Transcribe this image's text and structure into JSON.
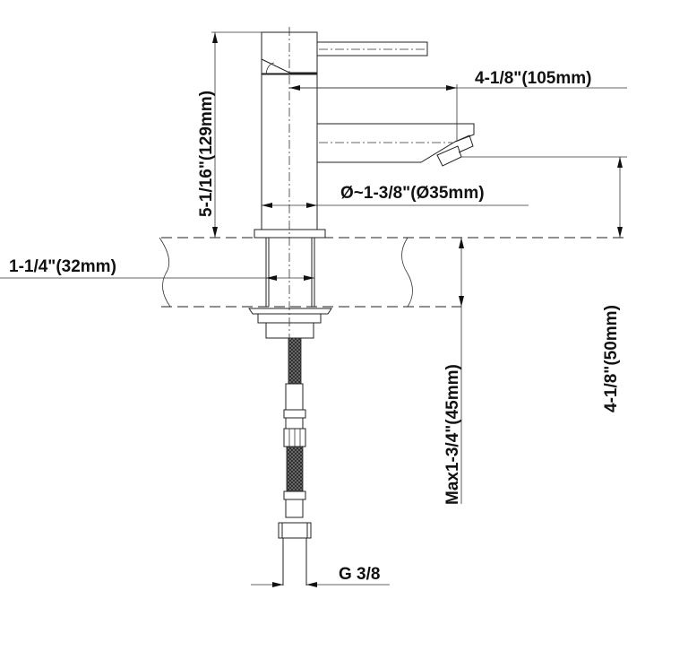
{
  "dimensions": {
    "total_height": "5-1/16\"(129mm)",
    "spout_reach": "4-1/8\"(105mm)",
    "body_diameter": "Ø~1-3/8\"(Ø35mm)",
    "hole_diameter": "1-1/4\"(32mm)",
    "spout_height": "4-1/8\"(50mm)",
    "max_deck_thickness": "Max1-3/4\"(45mm)",
    "connection_thread": "G 3/8"
  }
}
